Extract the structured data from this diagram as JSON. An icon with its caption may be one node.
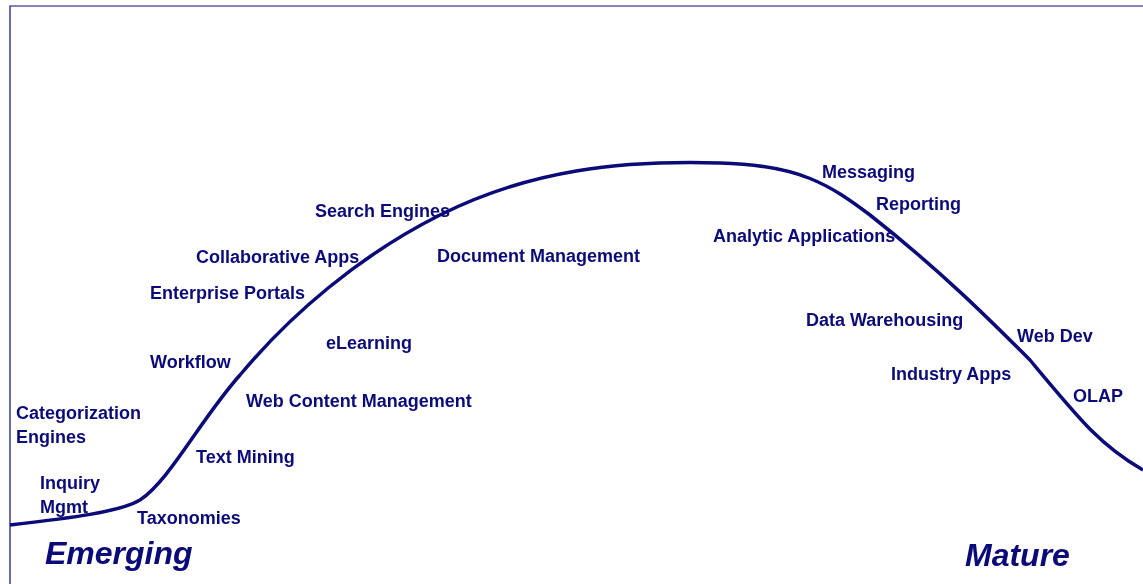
{
  "diagram": {
    "labels": [
      "Messaging",
      "Reporting",
      "Search Engines",
      "Analytic Applications",
      "Collaborative Apps",
      "Document Management",
      "Enterprise Portals",
      "Data Warehousing",
      "Web Dev",
      "eLearning",
      "Workflow",
      "Industry Apps",
      "OLAP",
      "Web Content Management",
      "Categorization Engines",
      "Text Mining",
      "Inquiry Mgmt",
      "Taxonomies",
      "Emerging",
      "Mature"
    ]
  }
}
